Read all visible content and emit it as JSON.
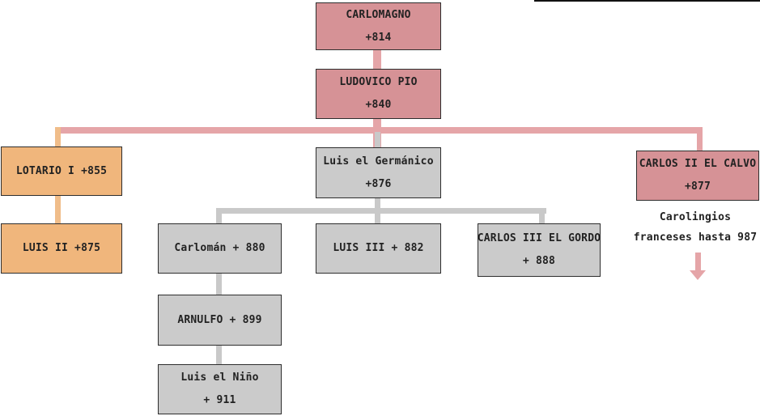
{
  "colors": {
    "red": "#d69296",
    "orange": "#f0b67c",
    "gray": "#cbcbcb",
    "red_line": "#e5a5a8",
    "orange_line": "#f0bd8a",
    "gray_line": "#c9c9c9"
  },
  "nodes": {
    "carlomagno": {
      "lines": [
        "CARLOMAGNO",
        "+814"
      ]
    },
    "ludovico": {
      "lines": [
        "LUDOVICO PIO",
        "+840"
      ]
    },
    "lotario": {
      "lines": [
        "LOTARIO I +855"
      ]
    },
    "luis2": {
      "lines": [
        "LUIS II +875"
      ]
    },
    "germanico": {
      "lines": [
        "Luis el Germánico",
        "+876"
      ]
    },
    "carlos2": {
      "lines": [
        "CARLOS II EL CALVO",
        "+877"
      ]
    },
    "carloman": {
      "lines": [
        "Carlomán + 880"
      ]
    },
    "luis3": {
      "lines": [
        "LUIS III + 882"
      ]
    },
    "carlos3": {
      "lines": [
        "CARLOS III EL GORDO",
        "+ 888"
      ]
    },
    "arnulfo": {
      "lines": [
        "ARNULFO + 899"
      ]
    },
    "nino": {
      "lines": [
        "Luis el Niño",
        "+ 911"
      ]
    }
  },
  "annotation": {
    "lines": [
      "Carolingios",
      "franceses hasta 987"
    ]
  }
}
